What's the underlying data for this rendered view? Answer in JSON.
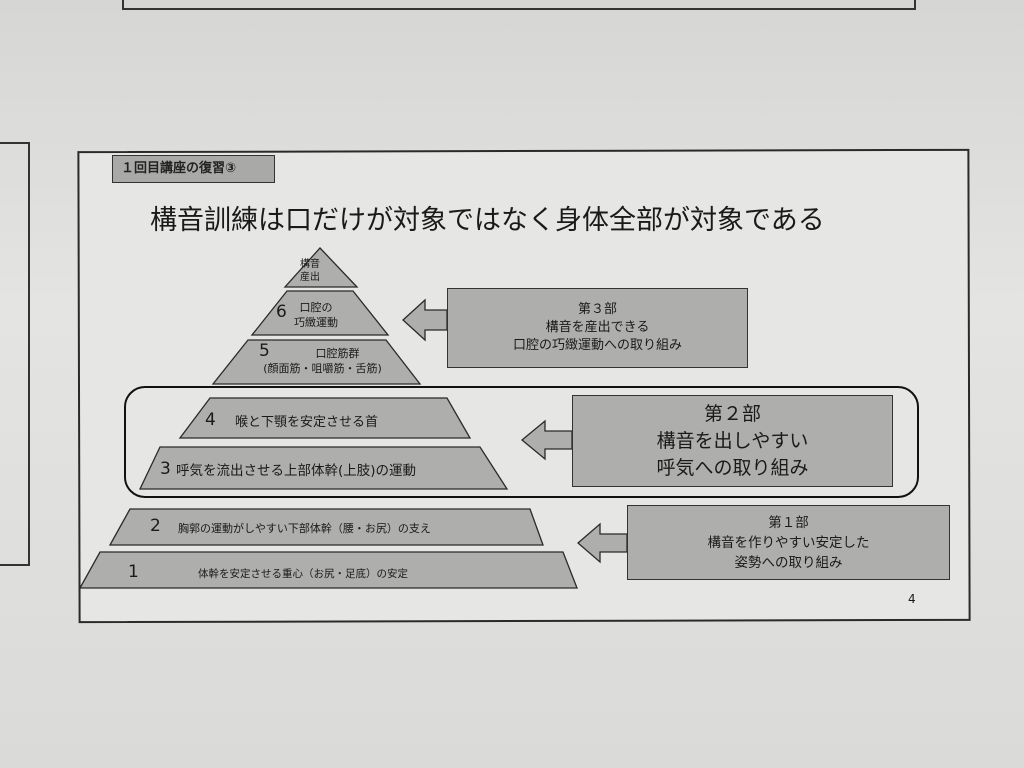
{
  "slide": {
    "section_tag": "１回目講座の復習③",
    "title": "構音訓練は口だけが対象ではなく身体全部が対象である",
    "page_number": "4"
  },
  "pyramid": {
    "top": [
      "構音",
      "産出"
    ],
    "levels": [
      {
        "number": "6",
        "lines": [
          "口腔の",
          "巧緻運動"
        ]
      },
      {
        "number": "5",
        "lines": [
          "口腔筋群",
          "(顔面筋・咀嚼筋・舌筋)"
        ]
      },
      {
        "number": "4",
        "lines": [
          "喉と下顎を安定させる首"
        ]
      },
      {
        "number": "3",
        "lines": [
          "呼気を流出させる上部体幹(上肢)の運動"
        ]
      },
      {
        "number": "2",
        "lines": [
          "胸郭の運動がしやすい下部体幹（腰・お尻）の支え"
        ]
      },
      {
        "number": "1",
        "lines": [
          "体幹を安定させる重心（お尻・足底）の安定"
        ]
      }
    ]
  },
  "parts": [
    {
      "heading": "第３部",
      "lines": [
        "構音を産出できる",
        "口腔の巧緻運動への取り組み"
      ]
    },
    {
      "heading": "第２部",
      "lines": [
        "構音を出しやすい",
        "呼気への取り組み"
      ]
    },
    {
      "heading": "第１部",
      "lines": [
        "構音を作りやすい安定した",
        "姿勢への取り組み"
      ]
    }
  ],
  "colors": {
    "fill": "#aeaeac",
    "stroke": "#2a2a2a",
    "paper": "#e6e6e4"
  }
}
